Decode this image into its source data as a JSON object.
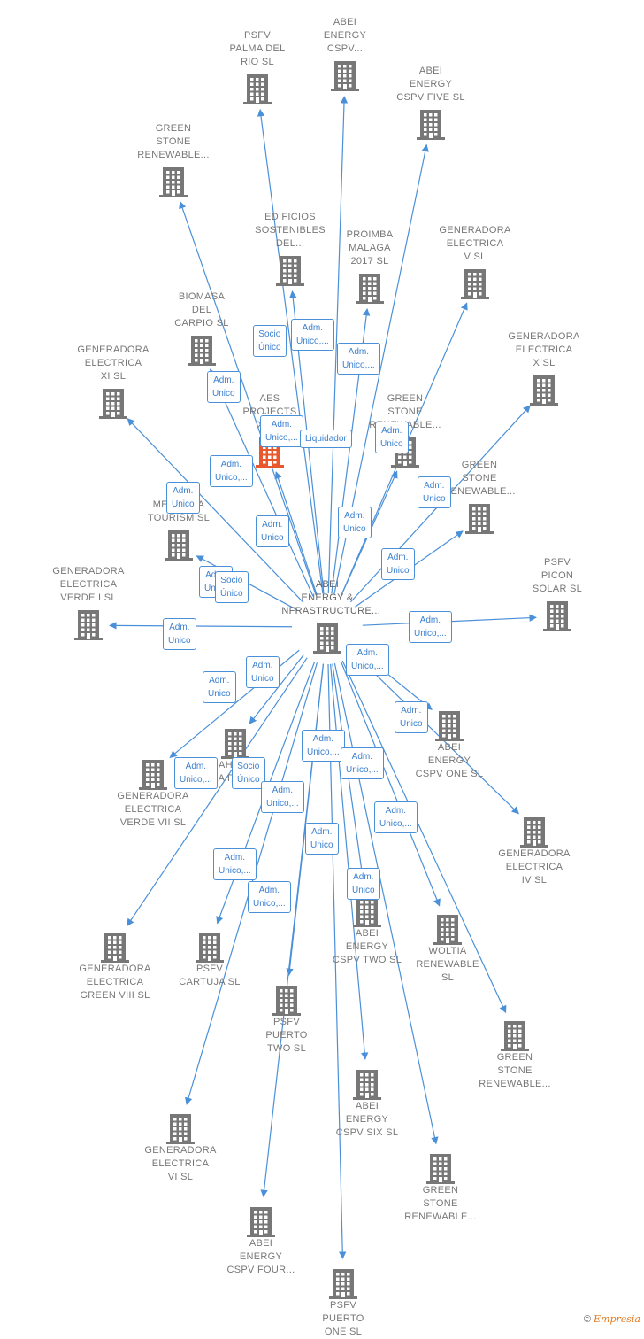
{
  "center": {
    "id": "abei",
    "label": "ABEI\nENERGY &\nINFRASTRUCTURE..."
  },
  "nodes": [
    {
      "id": "psfv-palma",
      "label": "PSFV\nPALMA DEL\nRIO SL"
    },
    {
      "id": "abei-cspv-top",
      "label": "ABEI\nENERGY\nCSPV..."
    },
    {
      "id": "abei-five",
      "label": "ABEI\nENERGY\nCSPV FIVE SL"
    },
    {
      "id": "green-stone-1",
      "label": "GREEN\nSTONE\nRENEWABLE..."
    },
    {
      "id": "edificios",
      "label": "EDIFICIOS\nSOSTENIBLES\nDEL..."
    },
    {
      "id": "proimba",
      "label": "PROIMBA\nMALAGA\n2017 SL"
    },
    {
      "id": "gen-v",
      "label": "GENERADORA\nELECTRICA\nV SL"
    },
    {
      "id": "biomasa",
      "label": "BIOMASA\nDEL\nCARPIO SL"
    },
    {
      "id": "gen-x",
      "label": "GENERADORA\nELECTRICA\nX SL"
    },
    {
      "id": "gen-xi",
      "label": "GENERADORA\nELECTRICA\nXI SL"
    },
    {
      "id": "aes-projects",
      "label": "AES\nPROJECTS\nXI SL"
    },
    {
      "id": "green-stone-2",
      "label": "GREEN\nSTONE\nRENEWABLE..."
    },
    {
      "id": "green-stone-3",
      "label": "GREEN\nSTONE\nRENEWABLE..."
    },
    {
      "id": "tbc",
      "label": "TBC\nMEZQUITA\nTOURISM SL"
    },
    {
      "id": "gen-verde-i",
      "label": "GENERADORA\nELECTRICA\nVERDE I SL"
    },
    {
      "id": "psfv-picon",
      "label": "PSFV\nPICON\nSOLAR SL"
    },
    {
      "id": "abei-one",
      "label": "ABEI\nENERGY\nCSPV ONE SL"
    },
    {
      "id": "bahia",
      "label": "BAHIA DE\nLA PLATA"
    },
    {
      "id": "gen-verde-vii",
      "label": "GENERADORA\nELECTRICA\nVERDE VII SL"
    },
    {
      "id": "gen-iv",
      "label": "GENERADORA\nELECTRICA\nIV SL"
    },
    {
      "id": "abei-two",
      "label": "ABEI\nENERGY\nCSPV TWO SL"
    },
    {
      "id": "woltia",
      "label": "WOLTIA\nRENEWABLE\nSL"
    },
    {
      "id": "gen-green-viii",
      "label": "GENERADORA\nELECTRICA\nGREEN VIII SL"
    },
    {
      "id": "psfv-cartuja",
      "label": "PSFV\nCARTUJA SL"
    },
    {
      "id": "psfv-puerto-two",
      "label": "PSFV\nPUERTO\nTWO SL"
    },
    {
      "id": "green-stone-4",
      "label": "GREEN\nSTONE\nRENEWABLE..."
    },
    {
      "id": "abei-six",
      "label": "ABEI\nENERGY\nCSPV SIX SL"
    },
    {
      "id": "gen-vi",
      "label": "GENERADORA\nELECTRICA\nVI SL"
    },
    {
      "id": "green-stone-5",
      "label": "GREEN\nSTONE\nRENEWABLE..."
    },
    {
      "id": "abei-four",
      "label": "ABEI\nENERGY\nCSPV FOUR..."
    },
    {
      "id": "psfv-puerto-one",
      "label": "PSFV\nPUERTO\nONE SL"
    }
  ],
  "edge_labels": [
    {
      "id": "e1",
      "text": "Socio\nÚnico"
    },
    {
      "id": "e2",
      "text": "Adm.\nUnico,..."
    },
    {
      "id": "e3",
      "text": "Adm.\nUnico,..."
    },
    {
      "id": "e4",
      "text": "Adm.\nUnico"
    },
    {
      "id": "e5",
      "text": "Adm.\nUnico,..."
    },
    {
      "id": "e6",
      "text": "Liquidador"
    },
    {
      "id": "e7",
      "text": "Adm.\nUnico"
    },
    {
      "id": "e8",
      "text": "Adm.\nUnico,..."
    },
    {
      "id": "e9",
      "text": "Adm.\nUnico"
    },
    {
      "id": "e10",
      "text": "Adm.\nUnico"
    },
    {
      "id": "e11",
      "text": "Adm.\nUnico"
    },
    {
      "id": "e12",
      "text": "Adm.\nUnico"
    },
    {
      "id": "e13",
      "text": "Adm.\nUnico"
    },
    {
      "id": "e14",
      "text": "Adm.\nUnico"
    },
    {
      "id": "e15",
      "text": "Socio\nÚnico"
    },
    {
      "id": "e16",
      "text": "Adm.\nUnico"
    },
    {
      "id": "e17",
      "text": "Adm.\nUnico,..."
    },
    {
      "id": "e18",
      "text": "Adm.\nUnico,..."
    },
    {
      "id": "e19",
      "text": "Adm.\nUnico"
    },
    {
      "id": "e20",
      "text": "Adm.\nUnico"
    },
    {
      "id": "e21",
      "text": "Adm.\nUnico"
    },
    {
      "id": "e22",
      "text": "Adm.\nUnico,..."
    },
    {
      "id": "e23",
      "text": "Adm.\nUnico,..."
    },
    {
      "id": "e24",
      "text": "Socio\nÚnico"
    },
    {
      "id": "e25",
      "text": "Adm.\nUnico,..."
    },
    {
      "id": "e26",
      "text": "Adm.\nUnico,..."
    },
    {
      "id": "e27",
      "text": "Adm.\nUnico,..."
    },
    {
      "id": "e28",
      "text": "Adm.\nUnico"
    },
    {
      "id": "e29",
      "text": "Adm.\nUnico,..."
    },
    {
      "id": "e30",
      "text": "Adm.\nUnico"
    },
    {
      "id": "e31",
      "text": "Adm.\nUnico,..."
    }
  ],
  "colors": {
    "edge": "#4a90d9",
    "node_icon": "#777777",
    "highlight_icon": "#e8582c"
  },
  "icons": {
    "company": "building-icon",
    "highlight": "building-icon-highlight"
  },
  "footer": {
    "copyright": "©",
    "brand": "Empresia"
  }
}
